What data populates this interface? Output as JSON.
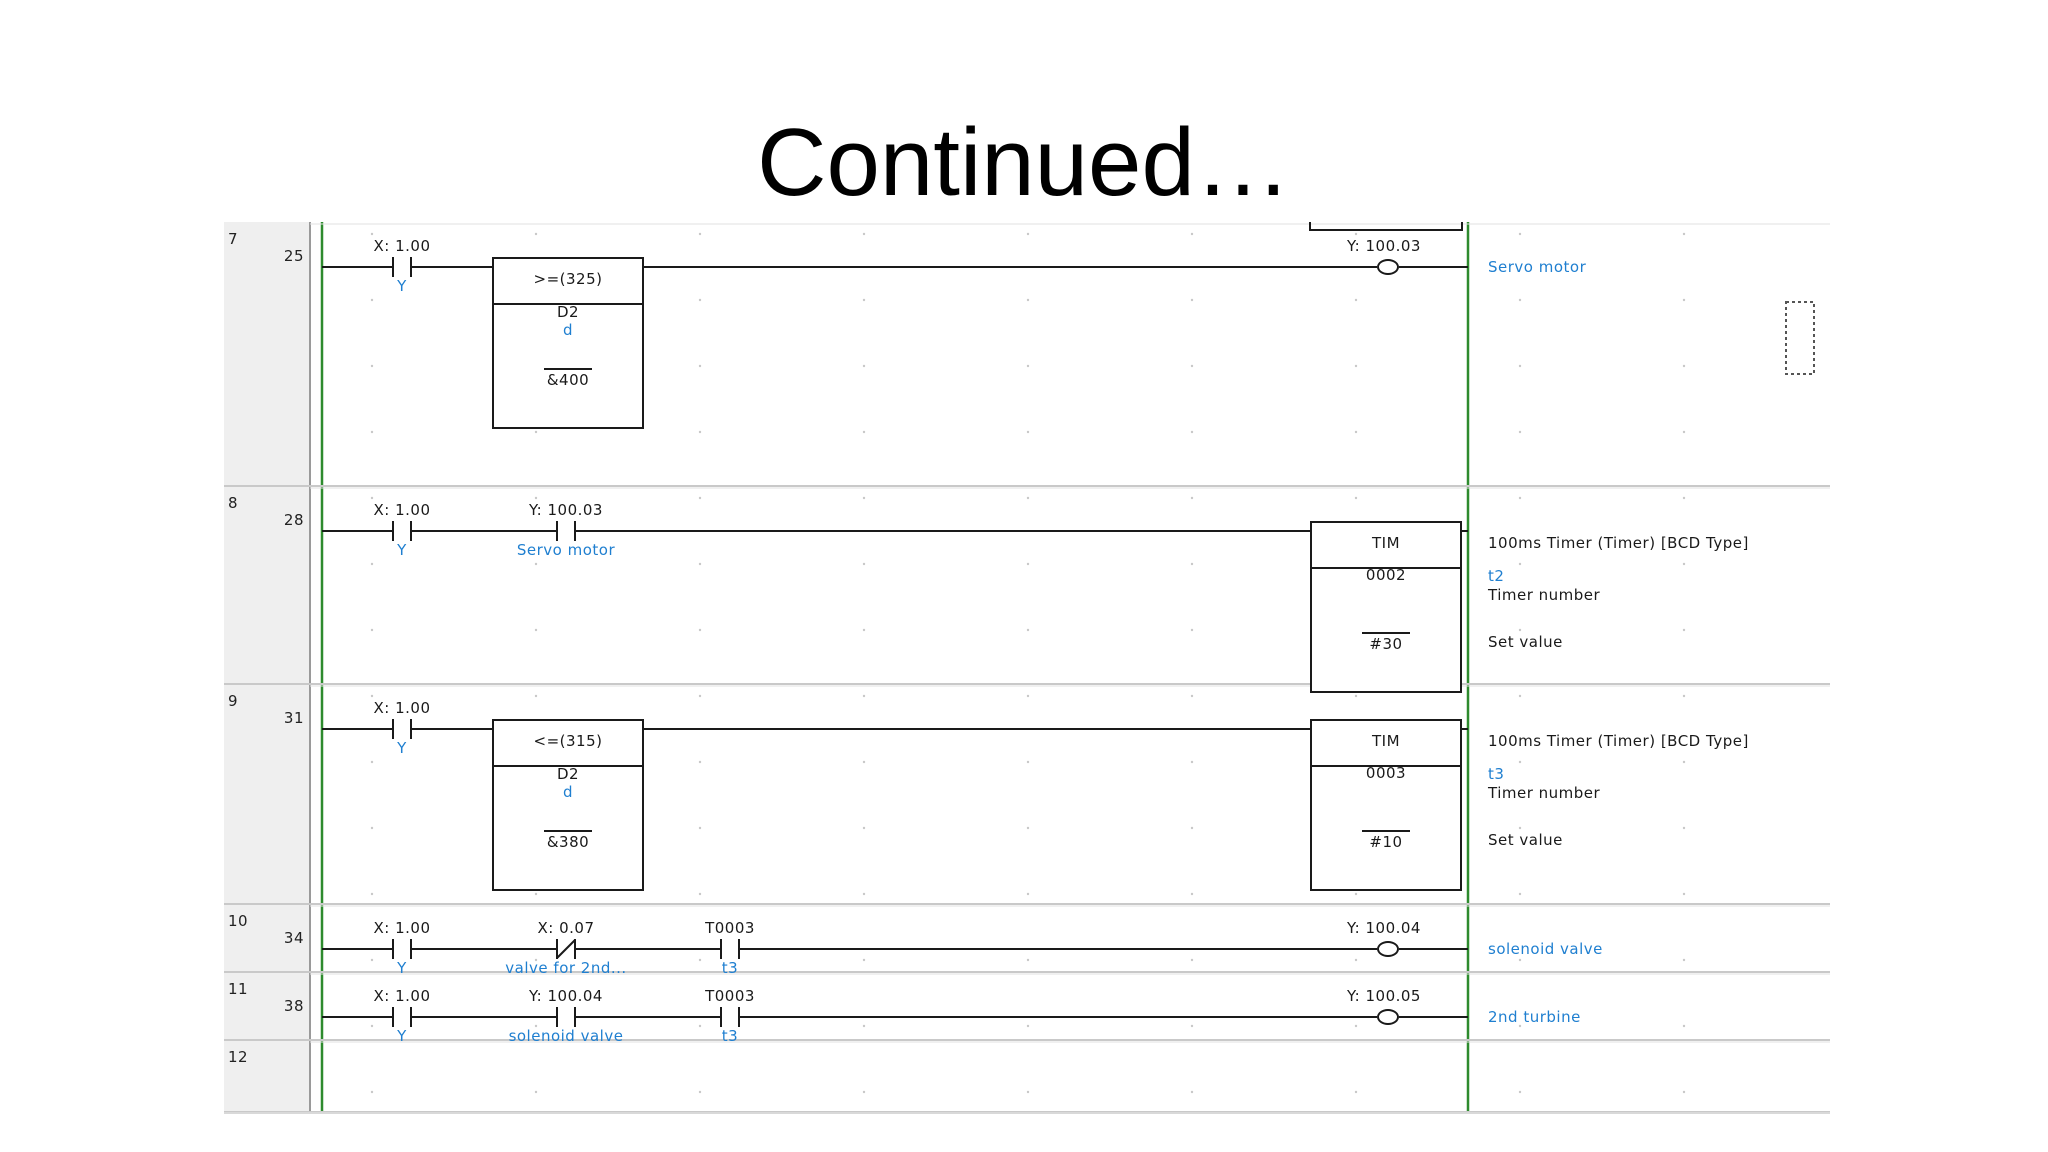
{
  "slide": {
    "title": "Continued…"
  },
  "colors": {
    "rail": "#2e8b2e",
    "comment": "#1f7fd0",
    "wire": "#1a1a1a",
    "gutter": "#efefef"
  },
  "rungs": [
    {
      "number": "7",
      "step": "25",
      "contacts": [
        {
          "address": "X: 1.00",
          "comment": "Y",
          "type": "no-contact"
        }
      ],
      "instruction": {
        "name": ">=(325)",
        "operand1": "D2",
        "operand1_comment": "d",
        "operand2": "&400"
      },
      "coil": {
        "address": "Y: 100.03",
        "comment": "Servo motor",
        "type": "coil"
      }
    },
    {
      "number": "8",
      "step": "28",
      "contacts": [
        {
          "address": "X: 1.00",
          "comment": "Y",
          "type": "no-contact"
        },
        {
          "address": "Y: 100.03",
          "comment": "Servo motor",
          "type": "no-contact"
        }
      ],
      "timer": {
        "name": "TIM",
        "number": "0002",
        "set_value": "#30",
        "desc": "100ms Timer (Timer) [BCD Type]",
        "number_comment": "t2",
        "number_label": "Timer number",
        "set_label": "Set value"
      }
    },
    {
      "number": "9",
      "step": "31",
      "contacts": [
        {
          "address": "X: 1.00",
          "comment": "Y",
          "type": "no-contact"
        }
      ],
      "instruction": {
        "name": "<=(315)",
        "operand1": "D2",
        "operand1_comment": "d",
        "operand2": "&380"
      },
      "timer": {
        "name": "TIM",
        "number": "0003",
        "set_value": "#10",
        "desc": "100ms Timer (Timer) [BCD Type]",
        "number_comment": "t3",
        "number_label": "Timer number",
        "set_label": "Set value"
      }
    },
    {
      "number": "10",
      "step": "34",
      "contacts": [
        {
          "address": "X: 1.00",
          "comment": "Y",
          "type": "no-contact"
        },
        {
          "address": "X: 0.07",
          "comment": "valve for 2nd...",
          "type": "nc-contact"
        },
        {
          "address": "T0003",
          "comment": "t3",
          "type": "no-contact"
        }
      ],
      "coil": {
        "address": "Y: 100.04",
        "comment": "solenoid valve",
        "type": "coil"
      }
    },
    {
      "number": "11",
      "step": "38",
      "contacts": [
        {
          "address": "X: 1.00",
          "comment": "Y",
          "type": "no-contact"
        },
        {
          "address": "Y: 100.04",
          "comment": "solenoid valve",
          "type": "no-contact"
        },
        {
          "address": "T0003",
          "comment": "t3",
          "type": "no-contact"
        }
      ],
      "coil": {
        "address": "Y: 100.05",
        "comment": "2nd turbine",
        "type": "coil"
      }
    },
    {
      "number": "12",
      "step": "",
      "contacts": []
    }
  ]
}
